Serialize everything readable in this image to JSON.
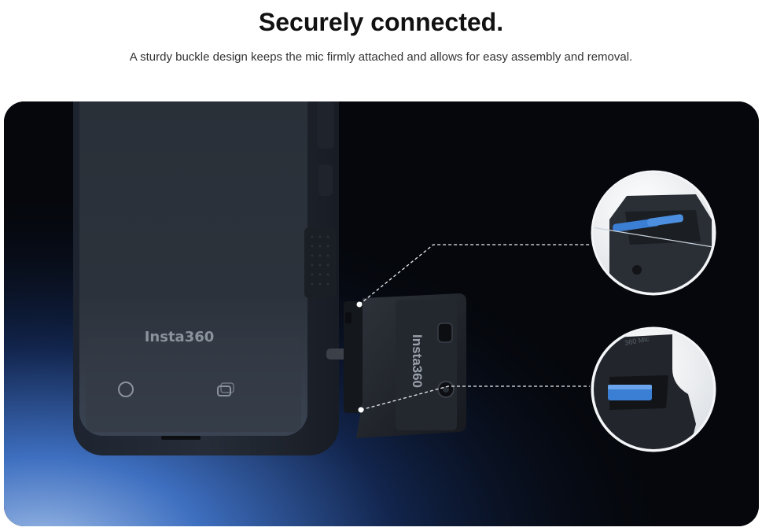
{
  "headline": "Securely connected.",
  "subhead": "A sturdy buckle design keeps the mic firmly attached and allows for easy assembly and removal.",
  "hero": {
    "phone_brand": "Insta360",
    "adapter_brand": "Insta360",
    "accent_color": "#3b7fd4",
    "callouts": [
      {
        "name": "buckle-clip-detail",
        "icon": "zoom-circle"
      },
      {
        "name": "buckle-latch-detail",
        "icon": "zoom-circle"
      }
    ]
  }
}
